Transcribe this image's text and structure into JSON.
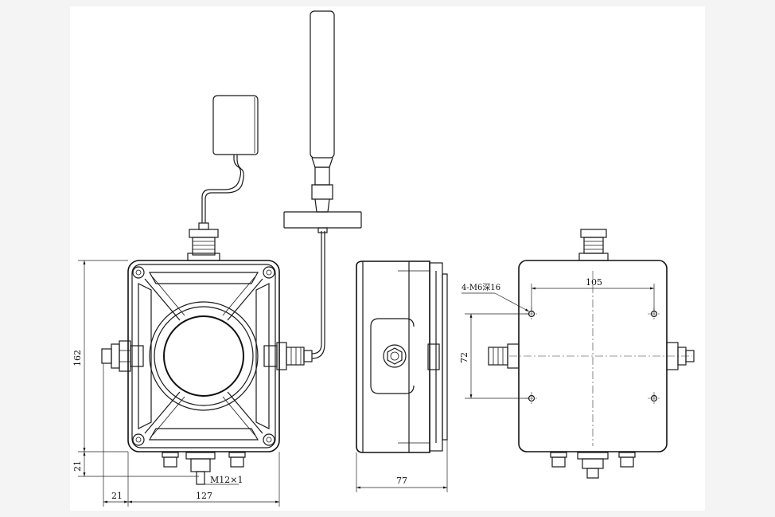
{
  "dimensions": {
    "height_total": "162",
    "bottom_offset": "21",
    "left_offset": "21",
    "width_total": "127",
    "thread": "M12×1",
    "depth": "77",
    "hole_spacing_h": "105",
    "hole_spacing_v": "72",
    "hole_callout": "4-M6深16"
  },
  "colors": {
    "line": "#1a1a1a",
    "paper": "#ffffff",
    "background": "#f4f4f4"
  }
}
